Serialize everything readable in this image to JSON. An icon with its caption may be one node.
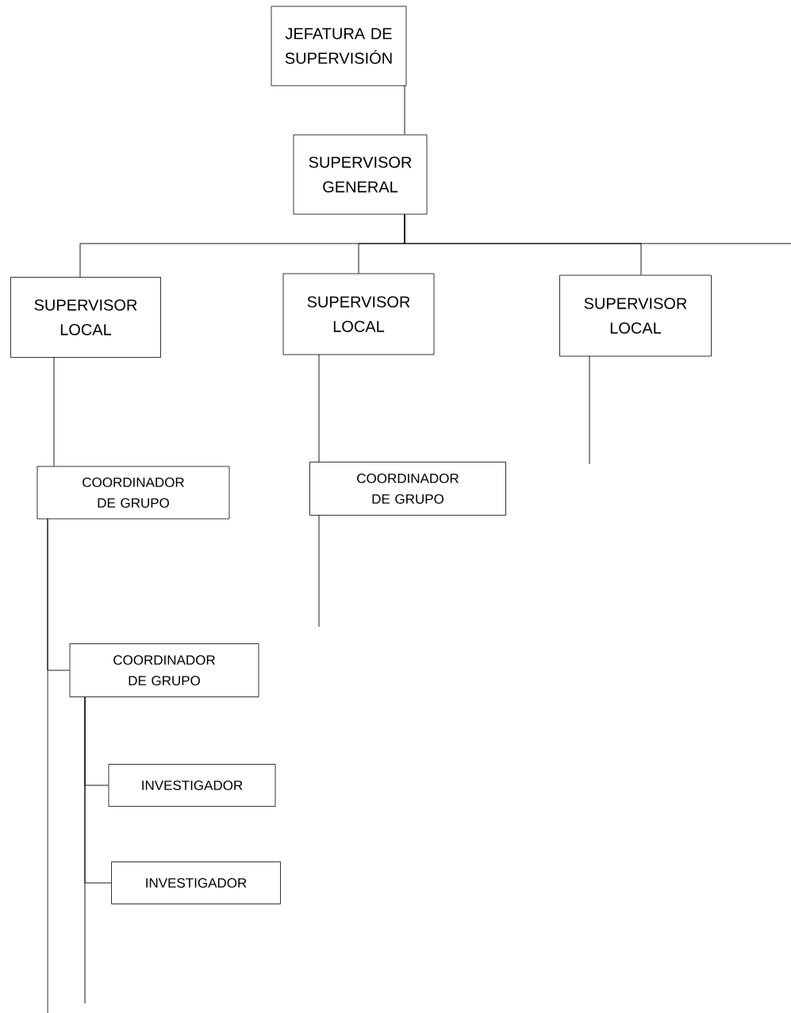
{
  "diagram": {
    "nodes": [
      {
        "text": [
          "JEFATURA DE SUPERVISIÓN"
        ]
      },
      {
        "text": [
          "SUPERVISOR GENERAL"
        ]
      },
      {
        "text": [
          "SUPERVISOR LOCAL"
        ]
      },
      {
        "text": [
          "SUPERVISOR LOCAL"
        ]
      },
      {
        "text": [
          "SUPERVISOR LOCAL"
        ]
      },
      {
        "text": [
          "COORDINADOR DE GRUPO"
        ]
      },
      {
        "text": [
          "COORDINADOR DE GRUPO"
        ]
      },
      {
        "text": [
          "COORDINADOR DE GRUPO"
        ]
      },
      {
        "text": [
          "INVESTIGADOR"
        ]
      },
      {
        "text": [
          "INVESTIGADOR"
        ]
      }
    ],
    "edges": [
      {
        "from": 0,
        "to": 1,
        "arrow": "none"
      },
      {
        "from": 1,
        "to": 2,
        "arrow": "none"
      },
      {
        "from": 1,
        "to": 3,
        "arrow": "none"
      },
      {
        "from": 1,
        "to": 4,
        "arrow": "none"
      },
      {
        "from": 1,
        "to": null,
        "arrow": "none"
      },
      {
        "from": 2,
        "to": 5,
        "arrow": "none"
      },
      {
        "from": 3,
        "to": 6,
        "arrow": "none"
      },
      {
        "from": 4,
        "to": null,
        "arrow": "none"
      },
      {
        "from": 6,
        "to": null,
        "arrow": "none"
      },
      {
        "from": 5,
        "to": 7,
        "arrow": "none"
      },
      {
        "from": 5,
        "to": null,
        "arrow": "none"
      },
      {
        "from": 7,
        "to": 8,
        "arrow": "none"
      },
      {
        "from": 7,
        "to": 9,
        "arrow": "none"
      },
      {
        "from": 7,
        "to": null,
        "arrow": "none"
      }
    ]
  }
}
